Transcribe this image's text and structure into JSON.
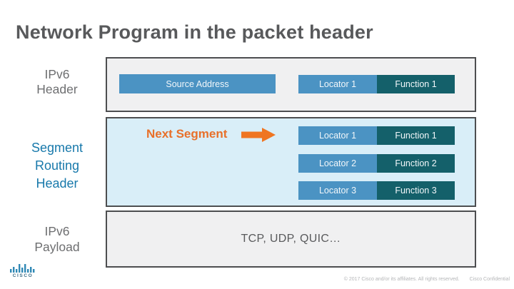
{
  "title": "Network Program in the packet header",
  "sections": {
    "ipv6_header": {
      "label": "IPv6\nHeader",
      "source_address": "Source Address",
      "locator": "Locator 1",
      "function": "Function 1"
    },
    "segment_routing": {
      "label": "Segment\nRouting\nHeader",
      "next_segment": "Next Segment",
      "rows": [
        {
          "locator": "Locator 1",
          "function": "Function 1"
        },
        {
          "locator": "Locator 2",
          "function": "Function 2"
        },
        {
          "locator": "Locator 3",
          "function": "Function 3"
        }
      ]
    },
    "payload": {
      "label": "IPv6\nPayload",
      "content": "TCP, UDP, QUIC…"
    }
  },
  "footer": {
    "logo": "cisco",
    "copyright": "© 2017  Cisco and/or its affiliates. All rights reserved.",
    "confidential": "Cisco Confidential"
  },
  "colors": {
    "locator_blue": "#4b93c3",
    "function_teal": "#14606a",
    "srh_bg": "#d9eef8",
    "gray_box_bg": "#f0f0f1",
    "box_border": "#4d4e50",
    "next_segment_orange": "#e8702a",
    "arrow_orange": "#ef7522",
    "srh_label_blue": "#1879ab",
    "title_gray": "#58595b",
    "label_gray": "#6d6e70"
  }
}
